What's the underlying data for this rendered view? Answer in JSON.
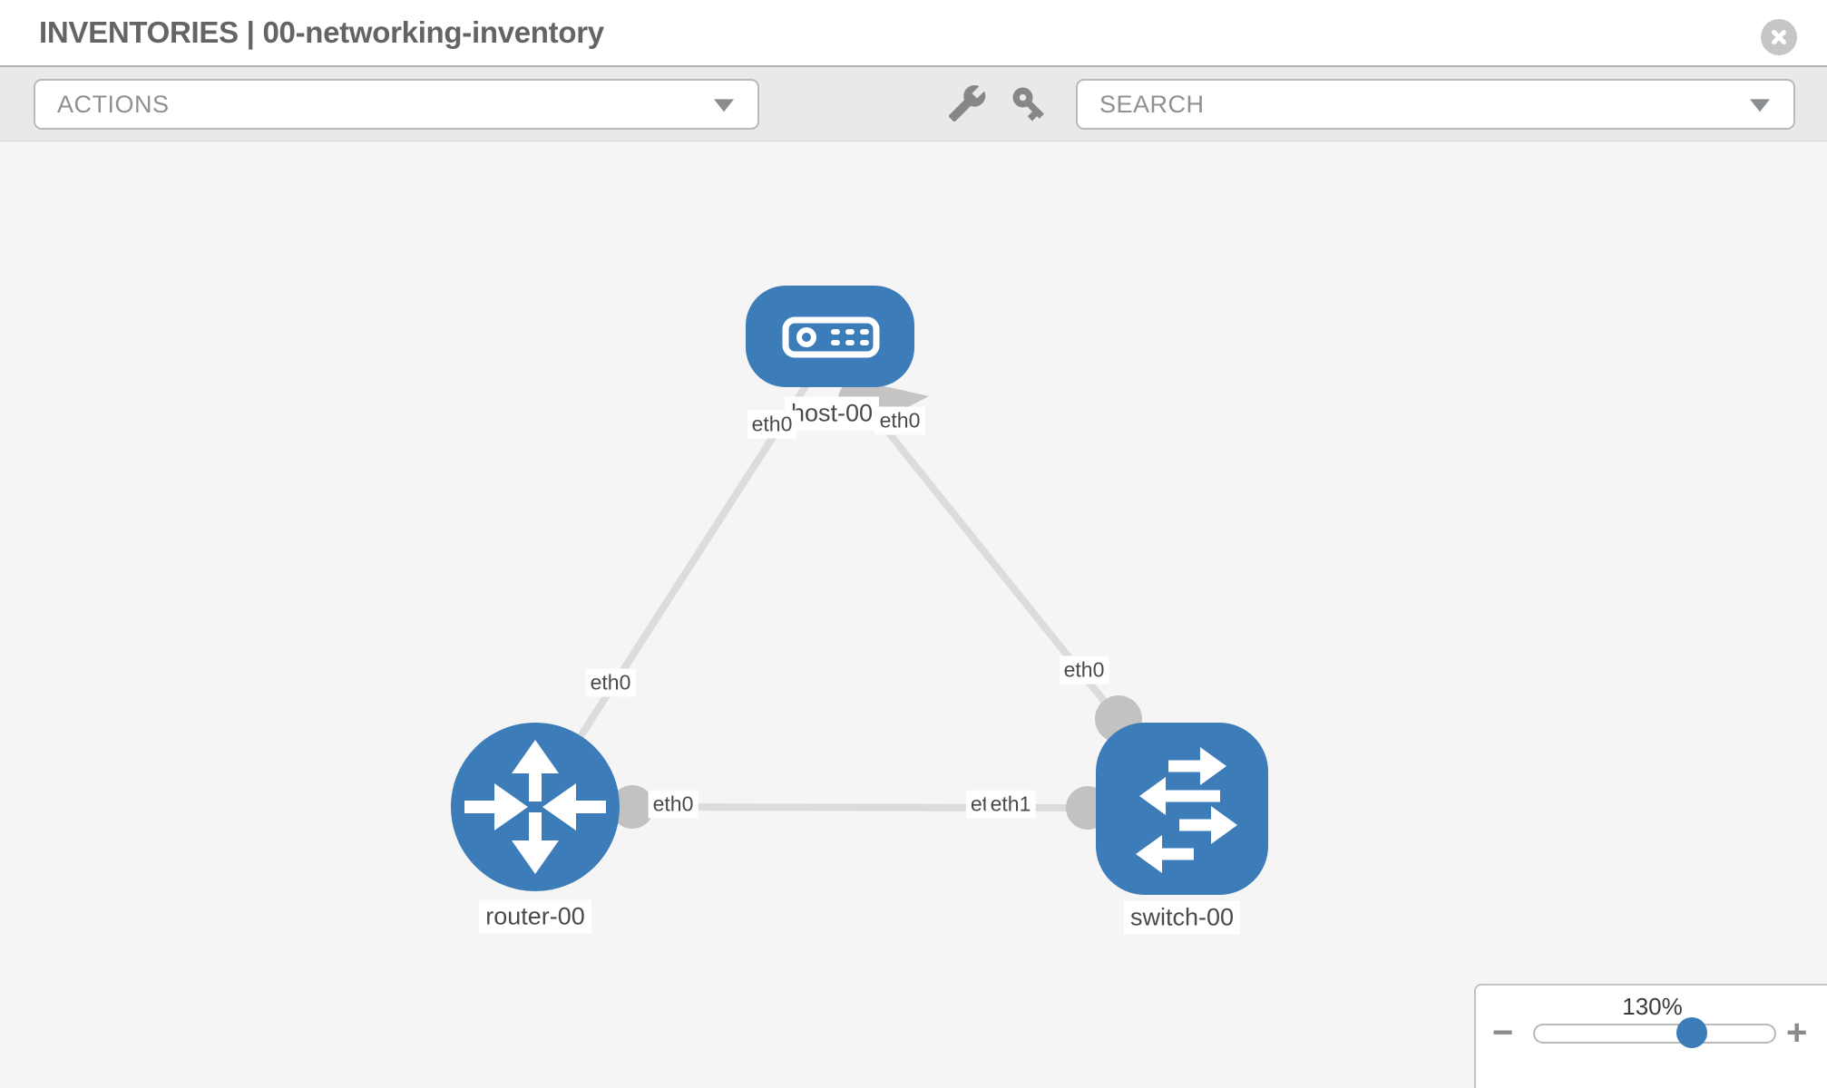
{
  "header": {
    "title": "INVENTORIES | 00-networking-inventory",
    "close_icon": "x-in-circle"
  },
  "toolbar": {
    "actions_placeholder": "ACTIONS",
    "search_placeholder": "SEARCH",
    "wrench_icon": "wrench",
    "key_icon": "key"
  },
  "topology": {
    "nodes": [
      {
        "id": "host-00",
        "label": "host-00",
        "type": "host"
      },
      {
        "id": "router-00",
        "label": "router-00",
        "type": "router"
      },
      {
        "id": "switch-00",
        "label": "switch-00",
        "type": "switch"
      }
    ],
    "links": [
      {
        "from": "host-00",
        "from_interface": "eth0",
        "to": "router-00",
        "to_interface": "eth0"
      },
      {
        "from": "host-00",
        "from_interface": "eth0",
        "to": "switch-00",
        "to_interface": "eth0"
      },
      {
        "from": "router-00",
        "from_interface": "eth0",
        "to": "switch-00",
        "to_interface": "eth1",
        "to_interface_clipped": "etl"
      }
    ]
  },
  "zoom_control": {
    "level": "130%",
    "zoom_out": "−",
    "zoom_in": "+"
  },
  "colors": {
    "node_fill": "#3b7cb9",
    "link": "#dcdcdc",
    "connector": "#c2c2c2",
    "canvas_bg": "#f5f5f5",
    "toolbar_bg": "#e9e9e9"
  }
}
